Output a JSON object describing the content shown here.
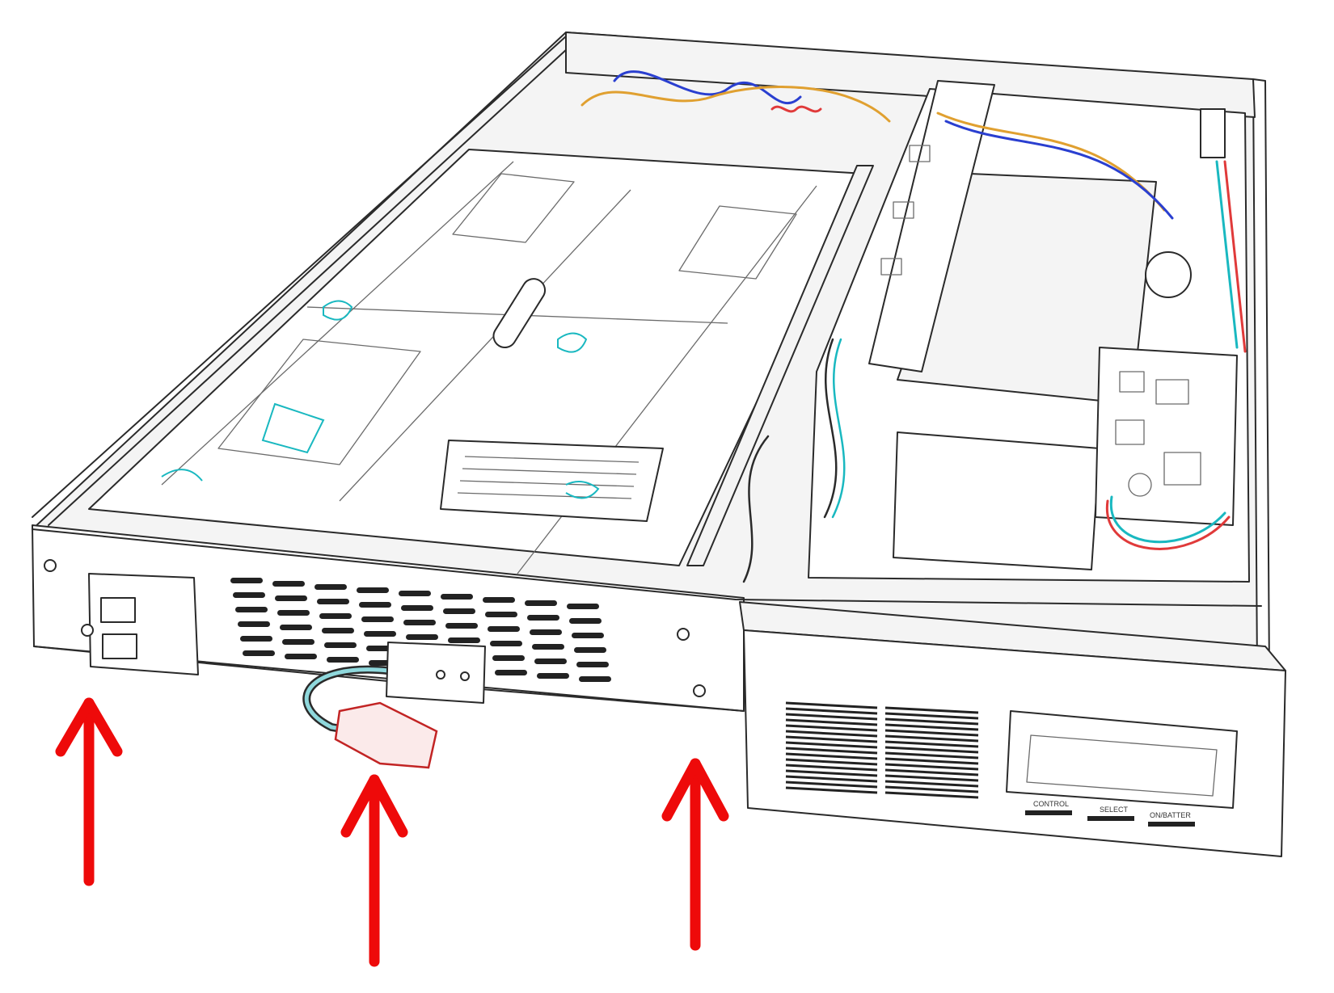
{
  "figure": {
    "subject-icon": "rack-ups-chassis-icon",
    "arrow_color": "#ee0a0a",
    "wire_colors": {
      "blue": "#2a3fd0",
      "orange": "#e0a030",
      "red": "#e03a3a",
      "cyan": "#19b8c0"
    },
    "label_color": "#19b8c0"
  },
  "front_panel": {
    "buttons": [
      "CONTROL",
      "SELECT",
      "ON/BATTER"
    ]
  }
}
